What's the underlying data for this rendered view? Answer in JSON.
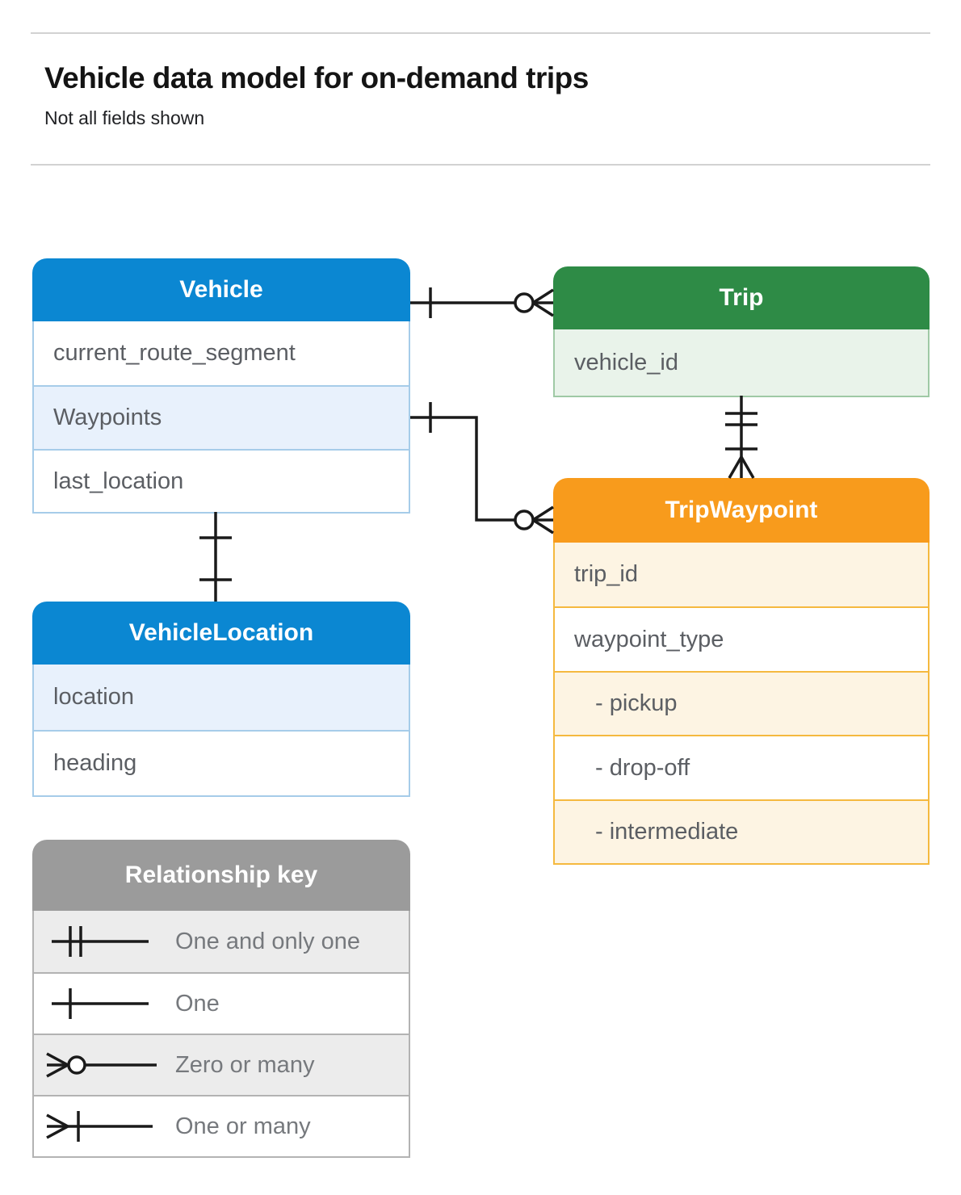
{
  "page": {
    "title": "Vehicle data model for on-demand trips",
    "subtitle": "Not all fields shown"
  },
  "colors": {
    "blue_header": "#0b87d2",
    "blue_tint": "#e8f1fc",
    "blue_border": "#a6cce9",
    "green_header": "#2e8b46",
    "green_tint": "#e9f3ea",
    "green_border": "#9fc9a5",
    "orange_header": "#f89b1c",
    "orange_tint": "#fdf4e3",
    "orange_border": "#f5b93f",
    "gray_header": "#9b9b9b",
    "gray_tint": "#ececec",
    "gray_border": "#b3b3b3",
    "connector_line": "#1a1a1a",
    "field_text": "#5b5e63",
    "key_text": "#76797d"
  },
  "entities": {
    "vehicle": {
      "title": "Vehicle",
      "fields": [
        {
          "label": "current_route_segment"
        },
        {
          "label": "Waypoints"
        },
        {
          "label": "last_location"
        }
      ]
    },
    "trip": {
      "title": "Trip",
      "fields": [
        {
          "label": "vehicle_id"
        }
      ]
    },
    "trip_waypoint": {
      "title": "TripWaypoint",
      "fields": [
        {
          "label": "trip_id"
        },
        {
          "label": "waypoint_type"
        },
        {
          "label": "- pickup",
          "indent": true
        },
        {
          "label": "- drop-off",
          "indent": true
        },
        {
          "label": "- intermediate",
          "indent": true
        }
      ]
    },
    "vehicle_location": {
      "title": "VehicleLocation",
      "fields": [
        {
          "label": "location"
        },
        {
          "label": "heading"
        }
      ]
    }
  },
  "relationship_key": {
    "title": "Relationship key",
    "items": [
      {
        "symbol": "one-and-only-one",
        "label": "One and only one"
      },
      {
        "symbol": "one",
        "label": "One"
      },
      {
        "symbol": "zero-or-many",
        "label": "Zero or many"
      },
      {
        "symbol": "one-or-many",
        "label": "One or many"
      }
    ]
  },
  "connectors": [
    {
      "from": "Vehicle",
      "to": "Trip",
      "from_end": "one",
      "to_end": "zero-or-many"
    },
    {
      "from": "Vehicle.Waypoints",
      "to": "TripWaypoint",
      "from_end": "one",
      "to_end": "zero-or-many"
    },
    {
      "from": "Trip",
      "to": "TripWaypoint",
      "from_end": "one-and-only-one",
      "to_end": "one-or-many"
    },
    {
      "from": "Vehicle",
      "to": "VehicleLocation",
      "from_end": "one",
      "to_end": "one"
    }
  ]
}
